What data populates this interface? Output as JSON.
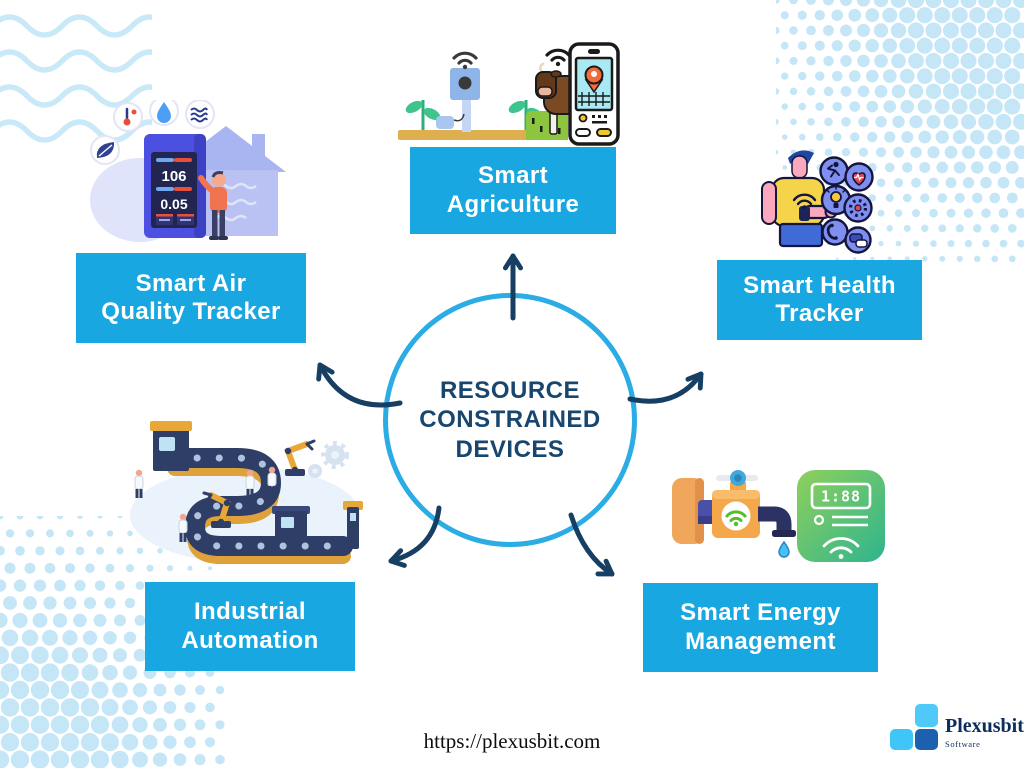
{
  "center": {
    "line1": "RESOURCE",
    "line2": "CONSTRAINED",
    "line3": "DEVICES"
  },
  "nodes": {
    "agriculture": {
      "line1": "Smart",
      "line2": "Agriculture"
    },
    "health": {
      "line1": "Smart Health",
      "line2": "Tracker"
    },
    "energy": {
      "line1": "Smart Energy",
      "line2": "Management"
    },
    "industrial": {
      "line1": "Industrial",
      "line2": "Automation"
    },
    "air": {
      "line1": "Smart Air",
      "line2": "Quality Tracker"
    }
  },
  "illustrations": {
    "air_monitor": {
      "reading_primary": "106",
      "reading_secondary": "0.05"
    },
    "energy_meter": {
      "display": "1:88"
    }
  },
  "footer": {
    "url": "https://plexusbit.com",
    "brand_name": "Plexusbit",
    "brand_subtitle": "Software"
  },
  "icons": [
    "wifi-icon",
    "location-pin-icon",
    "thermometer-icon",
    "water-drop-icon",
    "air-waves-icon",
    "leaf-icon",
    "runner-icon",
    "heart-pulse-icon",
    "lightbulb-icon",
    "gear-icon",
    "phone-call-icon",
    "chat-icon",
    "smart-meter-icon",
    "faucet-icon",
    "robot-arm-icon",
    "logo-squares-icon"
  ],
  "colors": {
    "accent": "#19A7E2",
    "circle_stroke": "#2BACE5",
    "navy": "#18466E",
    "arrow": "#173F63",
    "dots": "#C5E6F7",
    "waves": "#C9E9F8"
  }
}
